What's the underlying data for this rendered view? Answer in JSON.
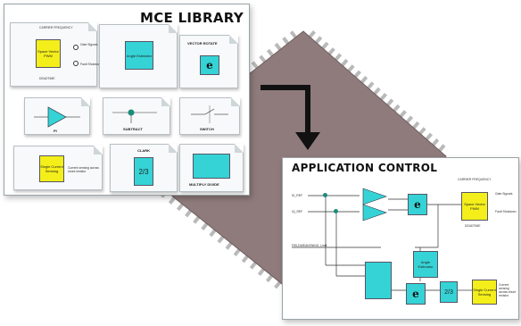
{
  "colors": {
    "yellow_block": "#f4ef1a",
    "cyan_block": "#35d3d6",
    "chip": "#8f7b7b",
    "panel_border": "#9aa3a8"
  },
  "library": {
    "title": "MCE LIBRARY",
    "svpwm": {
      "block": "Space Vector PWM",
      "top": "CARRIER FREQUENCY",
      "bottom": "DEADTIME",
      "out1": "Gate Signals",
      "out2": "Fault Shutdown"
    },
    "angle": {
      "block": "Angle Estimator"
    },
    "rotate": {
      "caption": "VECTOR ROTATE",
      "glyph": "e"
    },
    "subtract": {
      "caption": "SUBTRACT"
    },
    "switch": {
      "caption": "SWITCH"
    },
    "pi": {
      "caption": "PI"
    },
    "current": {
      "block": "Single Current Sensing",
      "out": "Current sensing across shunt resistor"
    },
    "clarke": {
      "caption": "CLARK",
      "glyph": "2/3"
    },
    "multiply": {
      "caption": "MULTIPLY DIVIDE"
    }
  },
  "application": {
    "title": "APPLICATION CONTROL",
    "inputs": [
      "ID_REF",
      "IQ_REF"
    ],
    "rotate_glyph": "e",
    "svpwm": {
      "block": "Space Vector PWM",
      "top": "CARRIER FREQUENCY",
      "bottom": "DEADTIME",
      "out1": "Gate Signals",
      "out2": "Fault Shutdown"
    },
    "angle": {
      "block": "Angle Estimator"
    },
    "field": "FIELDWEAKENING_Limit",
    "clarke": "2/3",
    "current": {
      "block": "Single Current Sensing",
      "out": "Current sensing across shunt resistor"
    }
  }
}
